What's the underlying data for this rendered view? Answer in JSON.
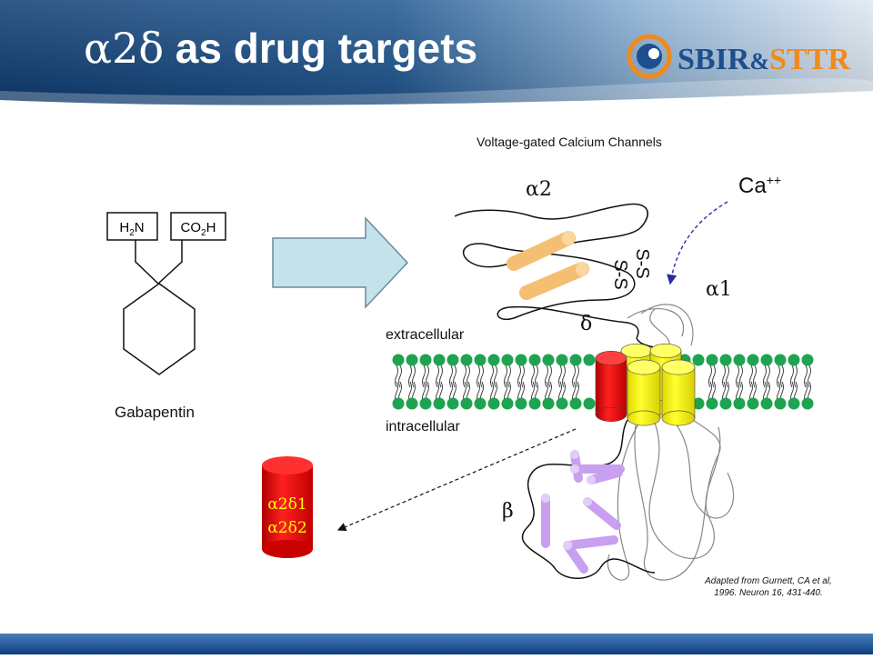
{
  "header": {
    "title_greek": "α2δ",
    "title_rest": " as drug targets",
    "logo_text": "SBIR&STTR",
    "logo_sbir": "SBIR",
    "logo_amp": "&",
    "logo_sttr": "STTR"
  },
  "drug": {
    "name": "Gabapentin",
    "h2n": {
      "h": "H",
      "sub": "2",
      "n": "N"
    },
    "co2h": {
      "co": "CO",
      "sub": "2",
      "h": "H"
    }
  },
  "channel": {
    "heading": "Voltage-gated Calcium Channels",
    "alpha2": "α2",
    "alpha1": "α1",
    "delta": "δ",
    "beta": "β",
    "calcium": "Ca",
    "calcium_charge": "++",
    "disulfide_1": "S-S",
    "disulfide_2": "S-S",
    "extracellular": "extracellular",
    "intracellular": "intracellular",
    "subunit_1": "α2δ1",
    "subunit_2": "α2δ2"
  },
  "citation": {
    "line1": "Adapted from Gurnett, CA et al,",
    "line2": "1996.  Neuron 16, 431-440."
  },
  "colors": {
    "header_dark": "#0d3b72",
    "header_light": "#6f9ccc",
    "arrow_fill": "#c4e2ea",
    "alpha2_rod": "#f5bf73",
    "alpha1_yellow": "#ffff00",
    "alpha1_red": "#ff0000",
    "lipid_head": "#1ea450",
    "beta_rod": "#c9a0f0",
    "logo_blue": "#1d4f8f",
    "logo_orange": "#f08a1c"
  }
}
